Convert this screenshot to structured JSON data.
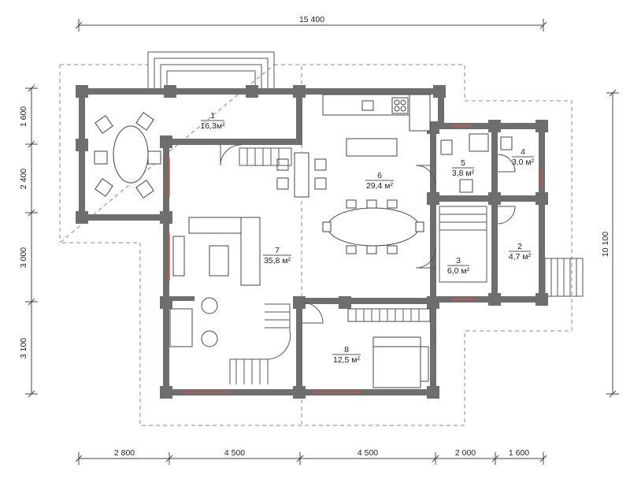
{
  "dimensions": {
    "top_total": "15 400",
    "right_total": "10 100",
    "left": [
      "1 600",
      "2 400",
      "3 000",
      "3 100"
    ],
    "bottom": [
      "2 800",
      "4 500",
      "4 500",
      "2 000",
      "1 600"
    ]
  },
  "rooms": [
    {
      "num": "1",
      "area": "16,3м²"
    },
    {
      "num": "2",
      "area": "4,7 м²"
    },
    {
      "num": "3",
      "area": "6,0 м²"
    },
    {
      "num": "4",
      "area": "3,0 м²"
    },
    {
      "num": "5",
      "area": "3,8 м²"
    },
    {
      "num": "6",
      "area": "29,4 м²"
    },
    {
      "num": "7",
      "area": "35,8 м²"
    },
    {
      "num": "8",
      "area": "12,5 м²"
    }
  ]
}
